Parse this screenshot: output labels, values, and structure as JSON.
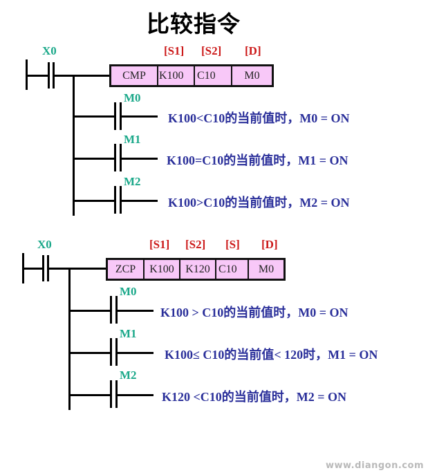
{
  "title": "比较指令",
  "cmp": {
    "input_contact": "X0",
    "params": [
      "[S1]",
      "[S2]",
      "[D]"
    ],
    "cells": [
      "CMP",
      "K100",
      "C10",
      "M0"
    ],
    "rungs": [
      {
        "contact": "M0",
        "text": "K100<C10的当前值时，M0 = ON"
      },
      {
        "contact": "M1",
        "text": "K100=C10的当前值时，M1 = ON"
      },
      {
        "contact": "M2",
        "text": "K100>C10的当前值时，M2 = ON"
      }
    ]
  },
  "zcp": {
    "input_contact": "X0",
    "params": [
      "[S1]",
      "[S2]",
      "[S]",
      "[D]"
    ],
    "cells": [
      "ZCP",
      "K100",
      "K120",
      "C10",
      "M0"
    ],
    "rungs": [
      {
        "contact": "M0",
        "text": "K100 > C10的当前值时，M0 = ON"
      },
      {
        "contact": "M1",
        "text": "K100≤ C10的当前值< 120时，M1 = ON"
      },
      {
        "contact": "M2",
        "text": "K120 <C10的当前值时，M2 = ON"
      }
    ]
  },
  "colors": {
    "contact_label": "#1aa889",
    "param_label": "#cc1a1a",
    "box_fill": "#f8c8f8",
    "description": "#2a2f9a"
  },
  "watermark": "www.diangon.com"
}
